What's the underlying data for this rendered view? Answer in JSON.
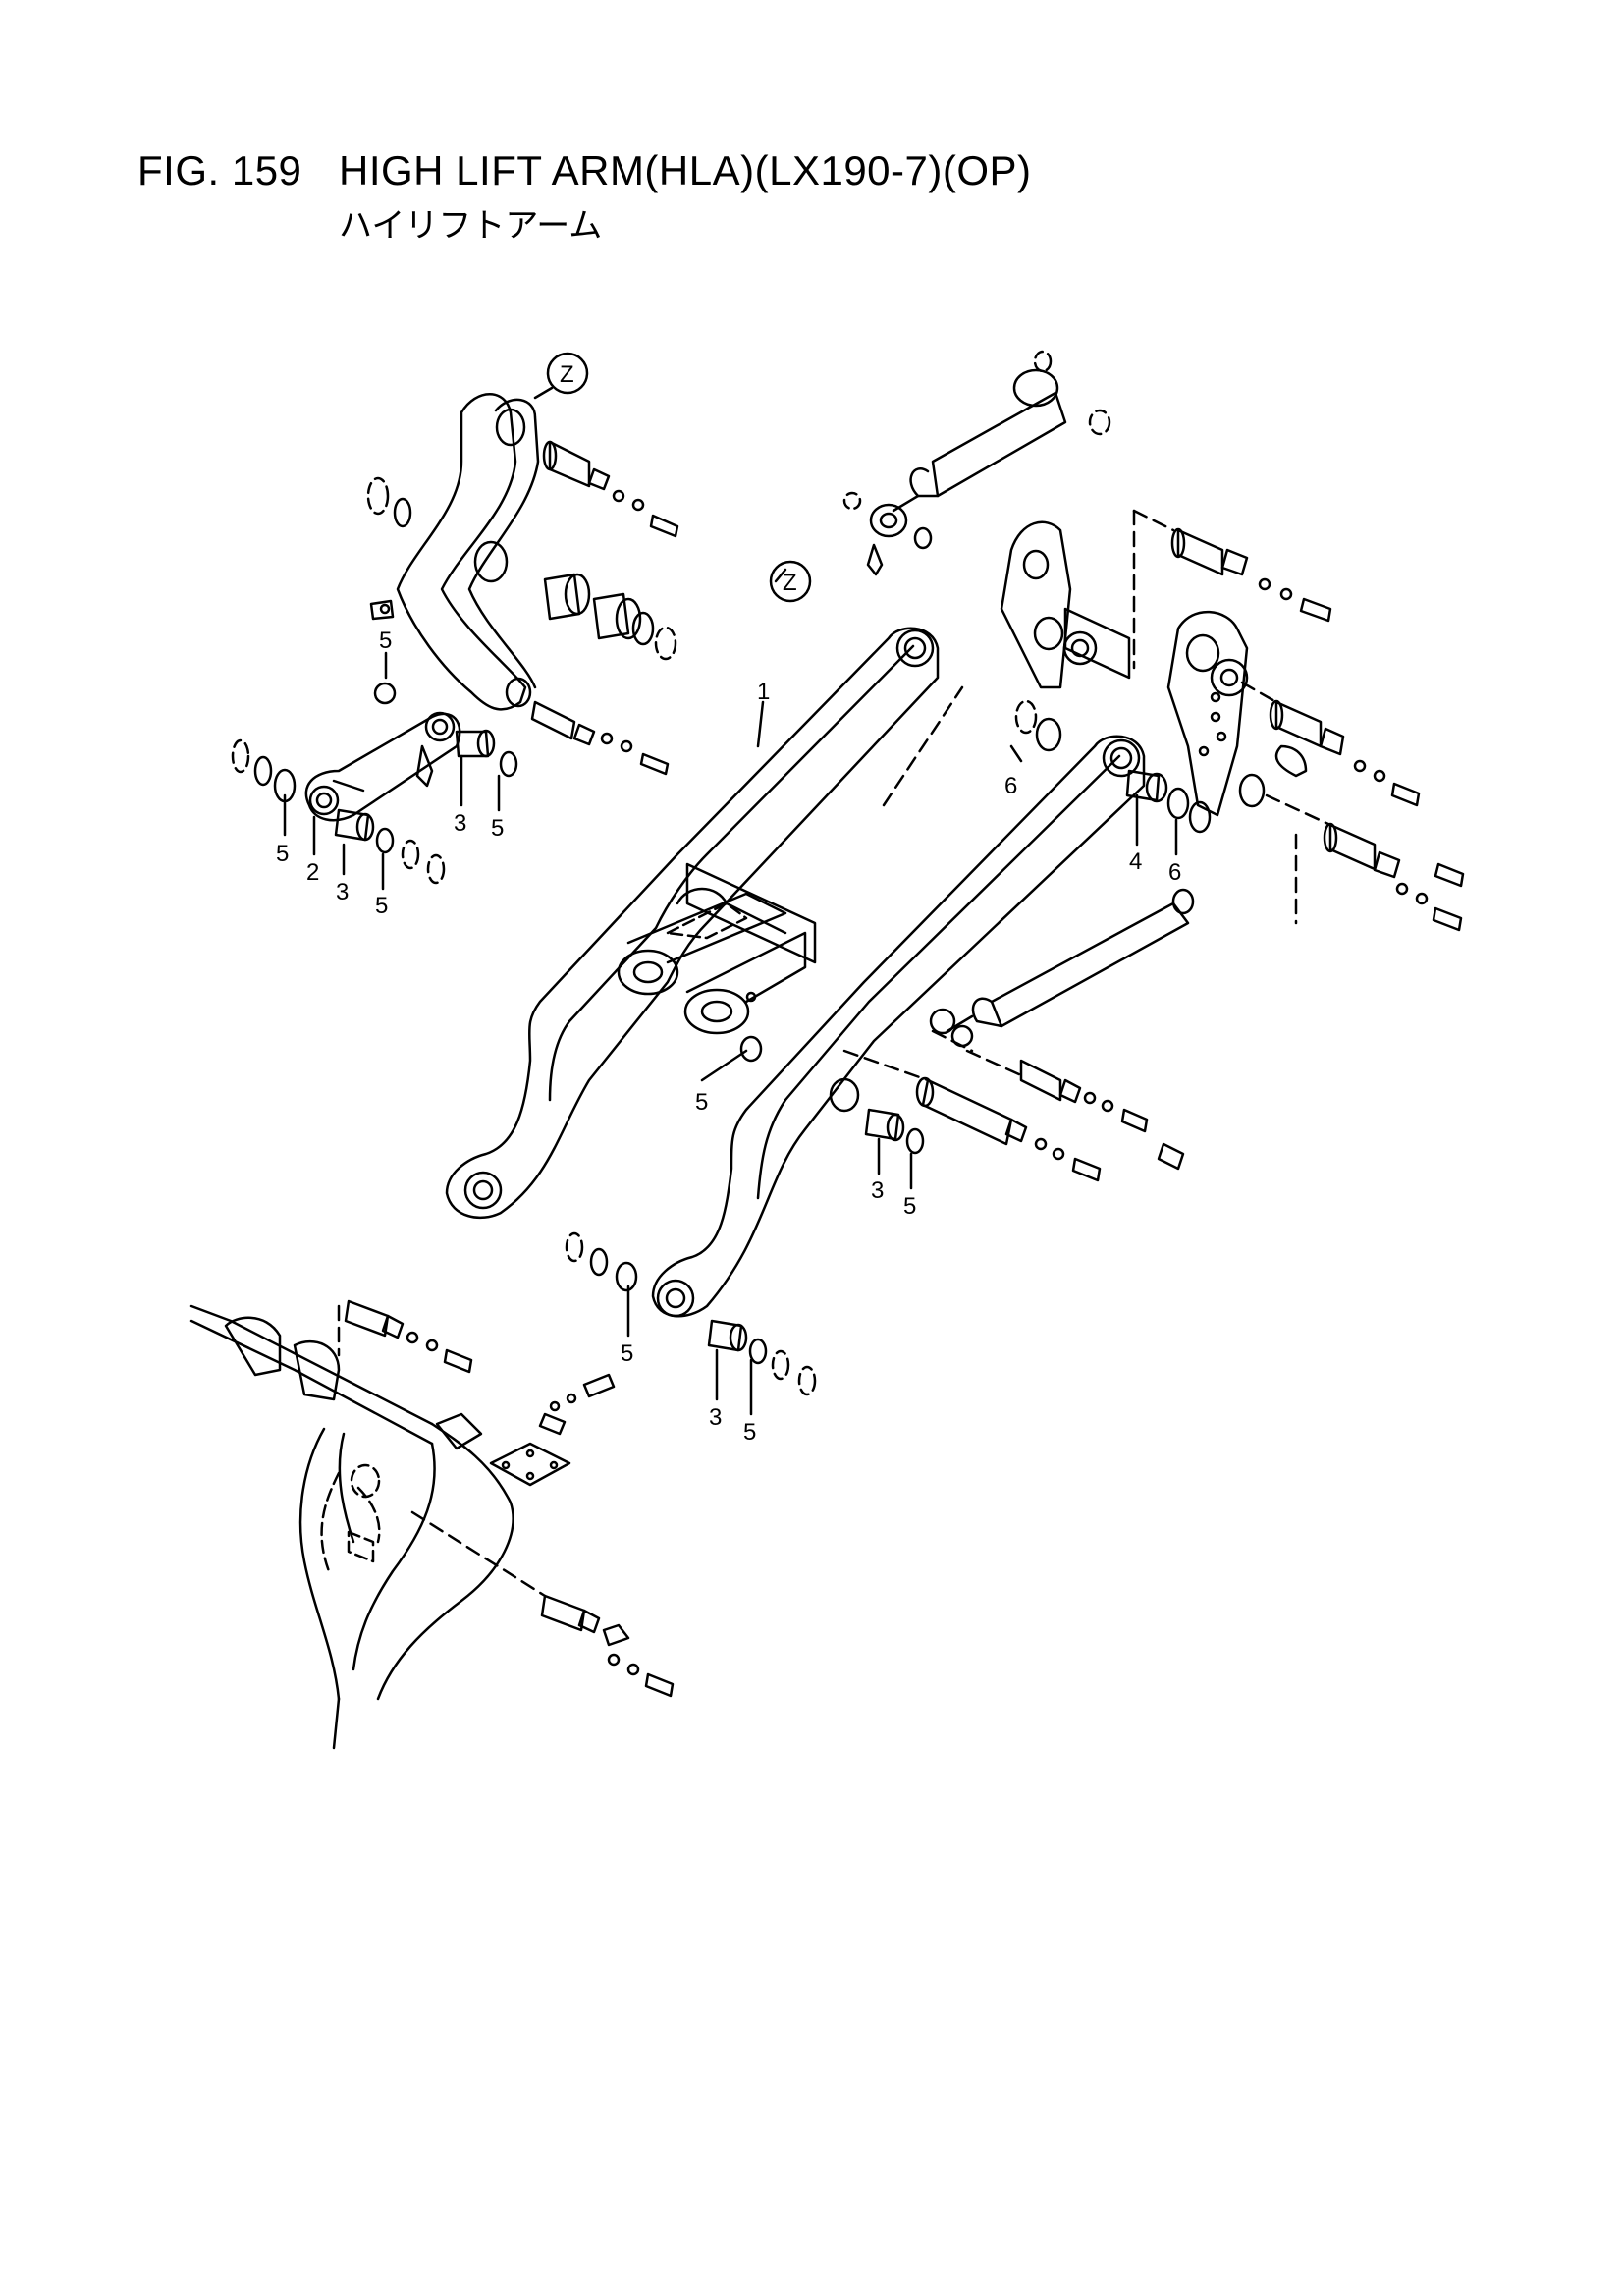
{
  "figure": {
    "number": "FIG. 159",
    "title": "HIGH LIFT ARM(HLA)(LX190-7)(OP)",
    "subtitle": "ハイリフトアーム"
  },
  "callouts": {
    "z_top": "Z",
    "z_mid": "Z",
    "p1": "1",
    "p2": "2",
    "p3a": "3",
    "p3b": "3",
    "p3c": "3",
    "p3d": "3",
    "p4": "4",
    "p5a": "5",
    "p5b": "5",
    "p5c": "5",
    "p5d": "5",
    "p5e": "5",
    "p5f": "5",
    "p5g": "5",
    "p5h": "5",
    "p6a": "6",
    "p6b": "6"
  }
}
